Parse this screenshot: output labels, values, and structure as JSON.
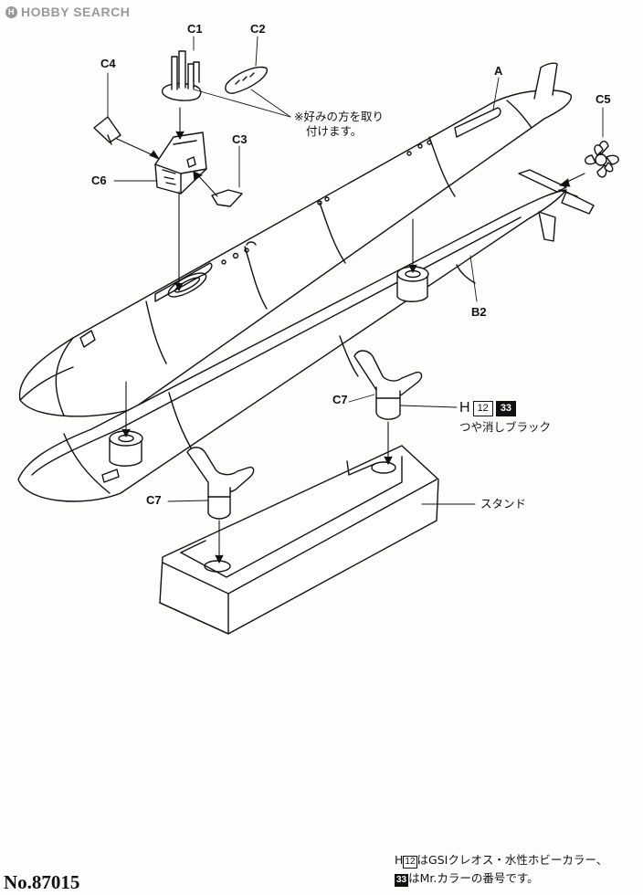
{
  "watermark": {
    "brand_mark": "H",
    "text": "HOBBY SEARCH"
  },
  "part_labels": {
    "C1": "C1",
    "C2": "C2",
    "C3": "C3",
    "C4": "C4",
    "C5": "C5",
    "C6": "C6",
    "A": "A",
    "B2": "B2",
    "C7_upper": "C7",
    "C7_lower": "C7"
  },
  "annotations": {
    "choice_note_line1": "※好みの方を取り",
    "choice_note_line2": "付けます。",
    "stand_label": "スタンド",
    "paint_letter": "H",
    "paint_code_gsi": "12",
    "paint_code_mr": "33",
    "paint_name": "つや消しブラック"
  },
  "footer": {
    "product_number": "No.87015",
    "legend_line1_box": "H",
    "legend_line1_num": "12",
    "legend_line1_text": "はGSIクレオス・水性ホビーカラー、",
    "legend_line2_box": "33",
    "legend_line2_text": "はMr.カラーの番号です。"
  },
  "colors": {
    "line": "#111111",
    "paper": "#fdfdfb",
    "watermark": "#9a9a9a"
  }
}
